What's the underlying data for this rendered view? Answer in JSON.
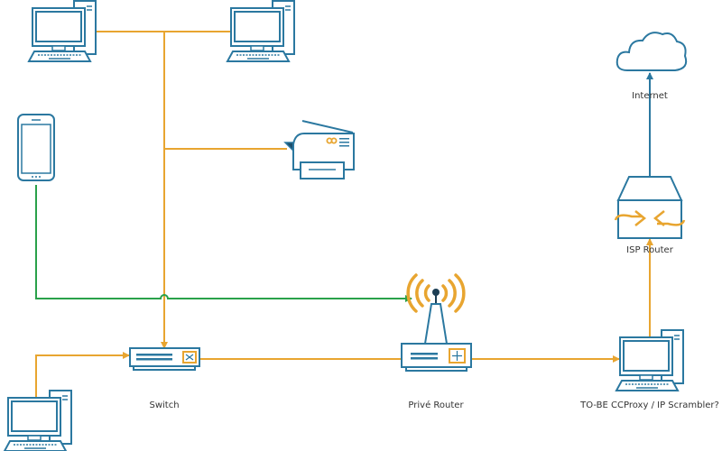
{
  "colors": {
    "device": "#2b78a0",
    "wired": "#e8a530",
    "wireless": "#2aa14a",
    "uplink": "#2b78a0"
  },
  "nodes": {
    "desktop_top_left": {
      "icon": "desktop-computer-icon"
    },
    "desktop_top_right": {
      "icon": "desktop-computer-icon"
    },
    "printer": {
      "icon": "printer-icon"
    },
    "phone": {
      "icon": "smartphone-icon"
    },
    "desktop_bottom_left": {
      "icon": "desktop-computer-icon"
    },
    "switch": {
      "icon": "switch-icon",
      "label": "Switch"
    },
    "prive_router": {
      "icon": "wireless-router-icon",
      "label": "Privé Router"
    },
    "proxy": {
      "icon": "desktop-computer-icon",
      "label": "TO-BE CCProxy / IP Scrambler?"
    },
    "isp_router": {
      "icon": "router-icon",
      "label": "ISP Router"
    },
    "internet": {
      "icon": "cloud-icon",
      "label": "Internet"
    }
  }
}
